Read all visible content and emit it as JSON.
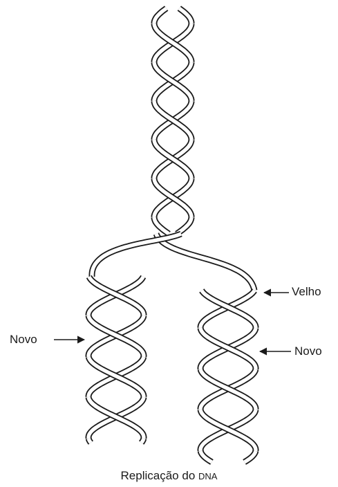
{
  "labels": {
    "old": "Velho",
    "new_left": "Novo",
    "new_right": "Novo"
  },
  "caption": {
    "text": "Replicação do",
    "abbr": "DNA"
  },
  "colors": {
    "stroke": "#1a1a1a",
    "background": "#ffffff"
  }
}
